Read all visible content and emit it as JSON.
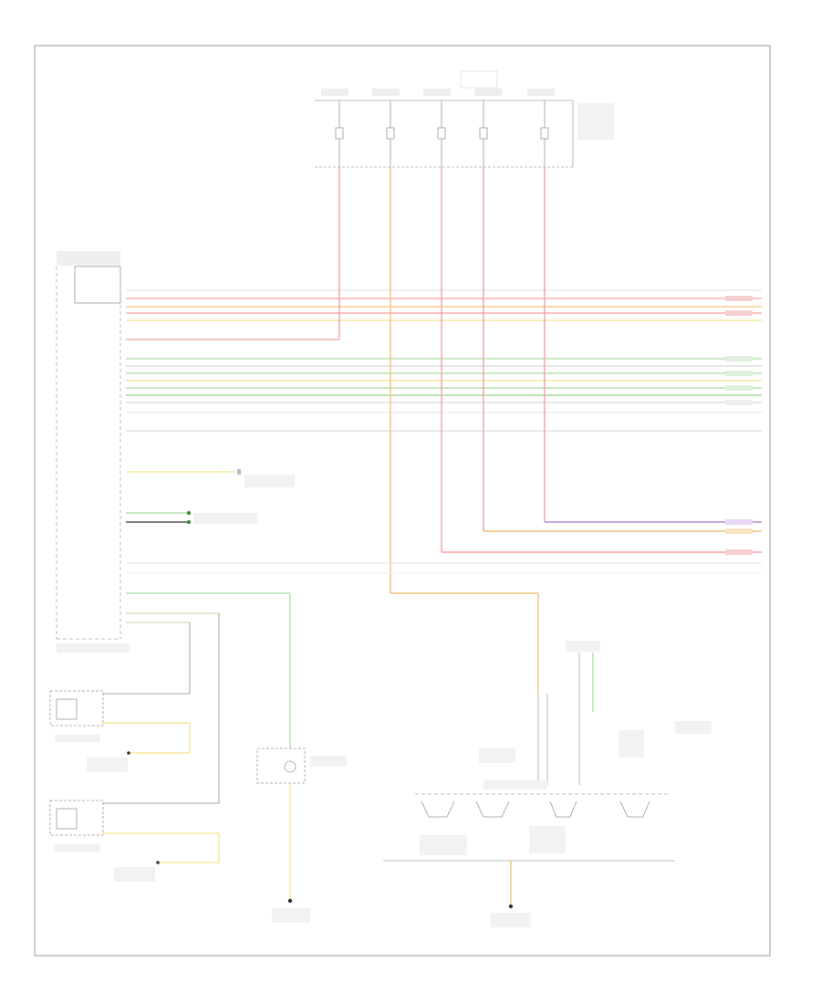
{
  "diagram": {
    "footer_id": "",
    "wire_colors": {
      "red": "#f4a0a0",
      "orange": "#f2c27a",
      "yellow": "#f3e48c",
      "green": "#a8dca0",
      "purple": "#b78ad6",
      "gray": "#d6d6d6",
      "black": "#333333"
    },
    "components": [
      {
        "id": "fuse-block",
        "label": ""
      },
      {
        "id": "left-control-module",
        "label": ""
      },
      {
        "id": "left-headlamp-relay",
        "label": ""
      },
      {
        "id": "right-headlamp-relay",
        "label": ""
      },
      {
        "id": "left-low-beam-lamp",
        "label": ""
      },
      {
        "id": "left-front-combination-lamp",
        "label": ""
      }
    ],
    "ground_points": [
      "",
      "",
      "",
      "",
      ""
    ]
  }
}
